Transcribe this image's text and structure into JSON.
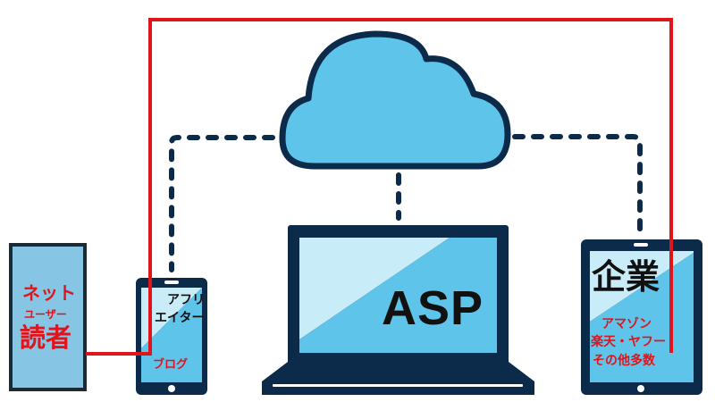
{
  "colors": {
    "dark_navy": "#0c2a4a",
    "sky_blue": "#5ec4ea",
    "light_blue": "#c9ecf9",
    "reader_box_fill": "#86c5e3",
    "red_line": "#e0141b",
    "background": "#ffffff"
  },
  "nodes": {
    "cloud": {
      "label": ""
    },
    "reader": {
      "line1": "ネット",
      "line2": "ユーザー",
      "line3": "読者"
    },
    "affiliate": {
      "line1": "アフリ",
      "line2": "エイター",
      "line3": "ブログ"
    },
    "asp": {
      "label": "ASP"
    },
    "company": {
      "title": "企業",
      "line1": "アマゾン",
      "line2": "楽天・ヤフー",
      "line3": "その他多数"
    }
  },
  "connections": [
    {
      "from": "cloud",
      "to": "affiliate",
      "style": "dashed"
    },
    {
      "from": "cloud",
      "to": "asp",
      "style": "dashed"
    },
    {
      "from": "cloud",
      "to": "company",
      "style": "dashed"
    },
    {
      "from": "reader",
      "to": "company",
      "style": "solid-red",
      "via": "affiliate"
    }
  ]
}
